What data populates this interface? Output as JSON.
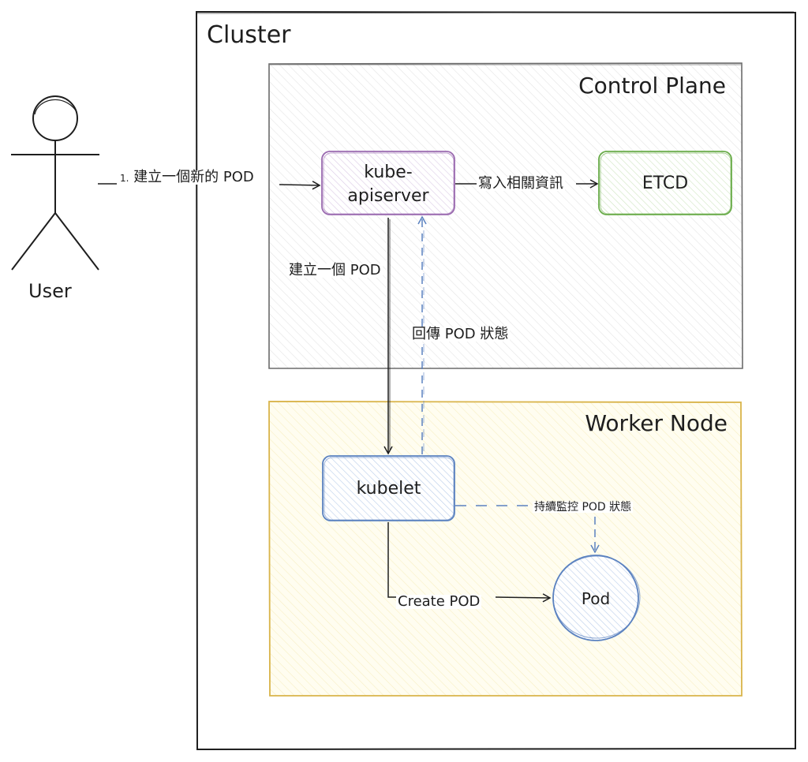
{
  "actor": {
    "label": "User"
  },
  "containers": {
    "cluster": {
      "title": "Cluster",
      "stroke": "#1e1e1e"
    },
    "control_plane": {
      "title": "Control Plane",
      "stroke": "#6b6b6b",
      "fill": "#f1f1f1"
    },
    "worker_node": {
      "title": "Worker Node",
      "stroke": "#d9b44a",
      "fill": "#fffbe0"
    }
  },
  "nodes": {
    "apiserver": {
      "line1": "kube-",
      "line2": "apiserver",
      "stroke": "#9b6bb0",
      "fill": "#e9ddf0"
    },
    "etcd": {
      "label": "ETCD",
      "stroke": "#6aac4a",
      "fill": "#dff0d4"
    },
    "kubelet": {
      "label": "kubelet",
      "stroke": "#5b82c0",
      "fill": "#d6e2f3"
    },
    "pod": {
      "label": "Pod",
      "stroke": "#5b82c0",
      "fill": "#dbe7f7"
    }
  },
  "edges": {
    "user_to_api": {
      "prefix": "1.",
      "label": "建立一個新的 POD"
    },
    "api_to_etcd": {
      "label": "寫入相關資訊"
    },
    "api_to_kubelet": {
      "label": "建立一個 POD"
    },
    "kubelet_to_api": {
      "label": "回傳 POD 狀態",
      "stroke": "#5b82c0"
    },
    "kubelet_monitor_pod": {
      "label": "持續監控 POD 狀態",
      "stroke": "#5b82c0"
    },
    "kubelet_create_pod": {
      "label": "Create POD"
    }
  }
}
